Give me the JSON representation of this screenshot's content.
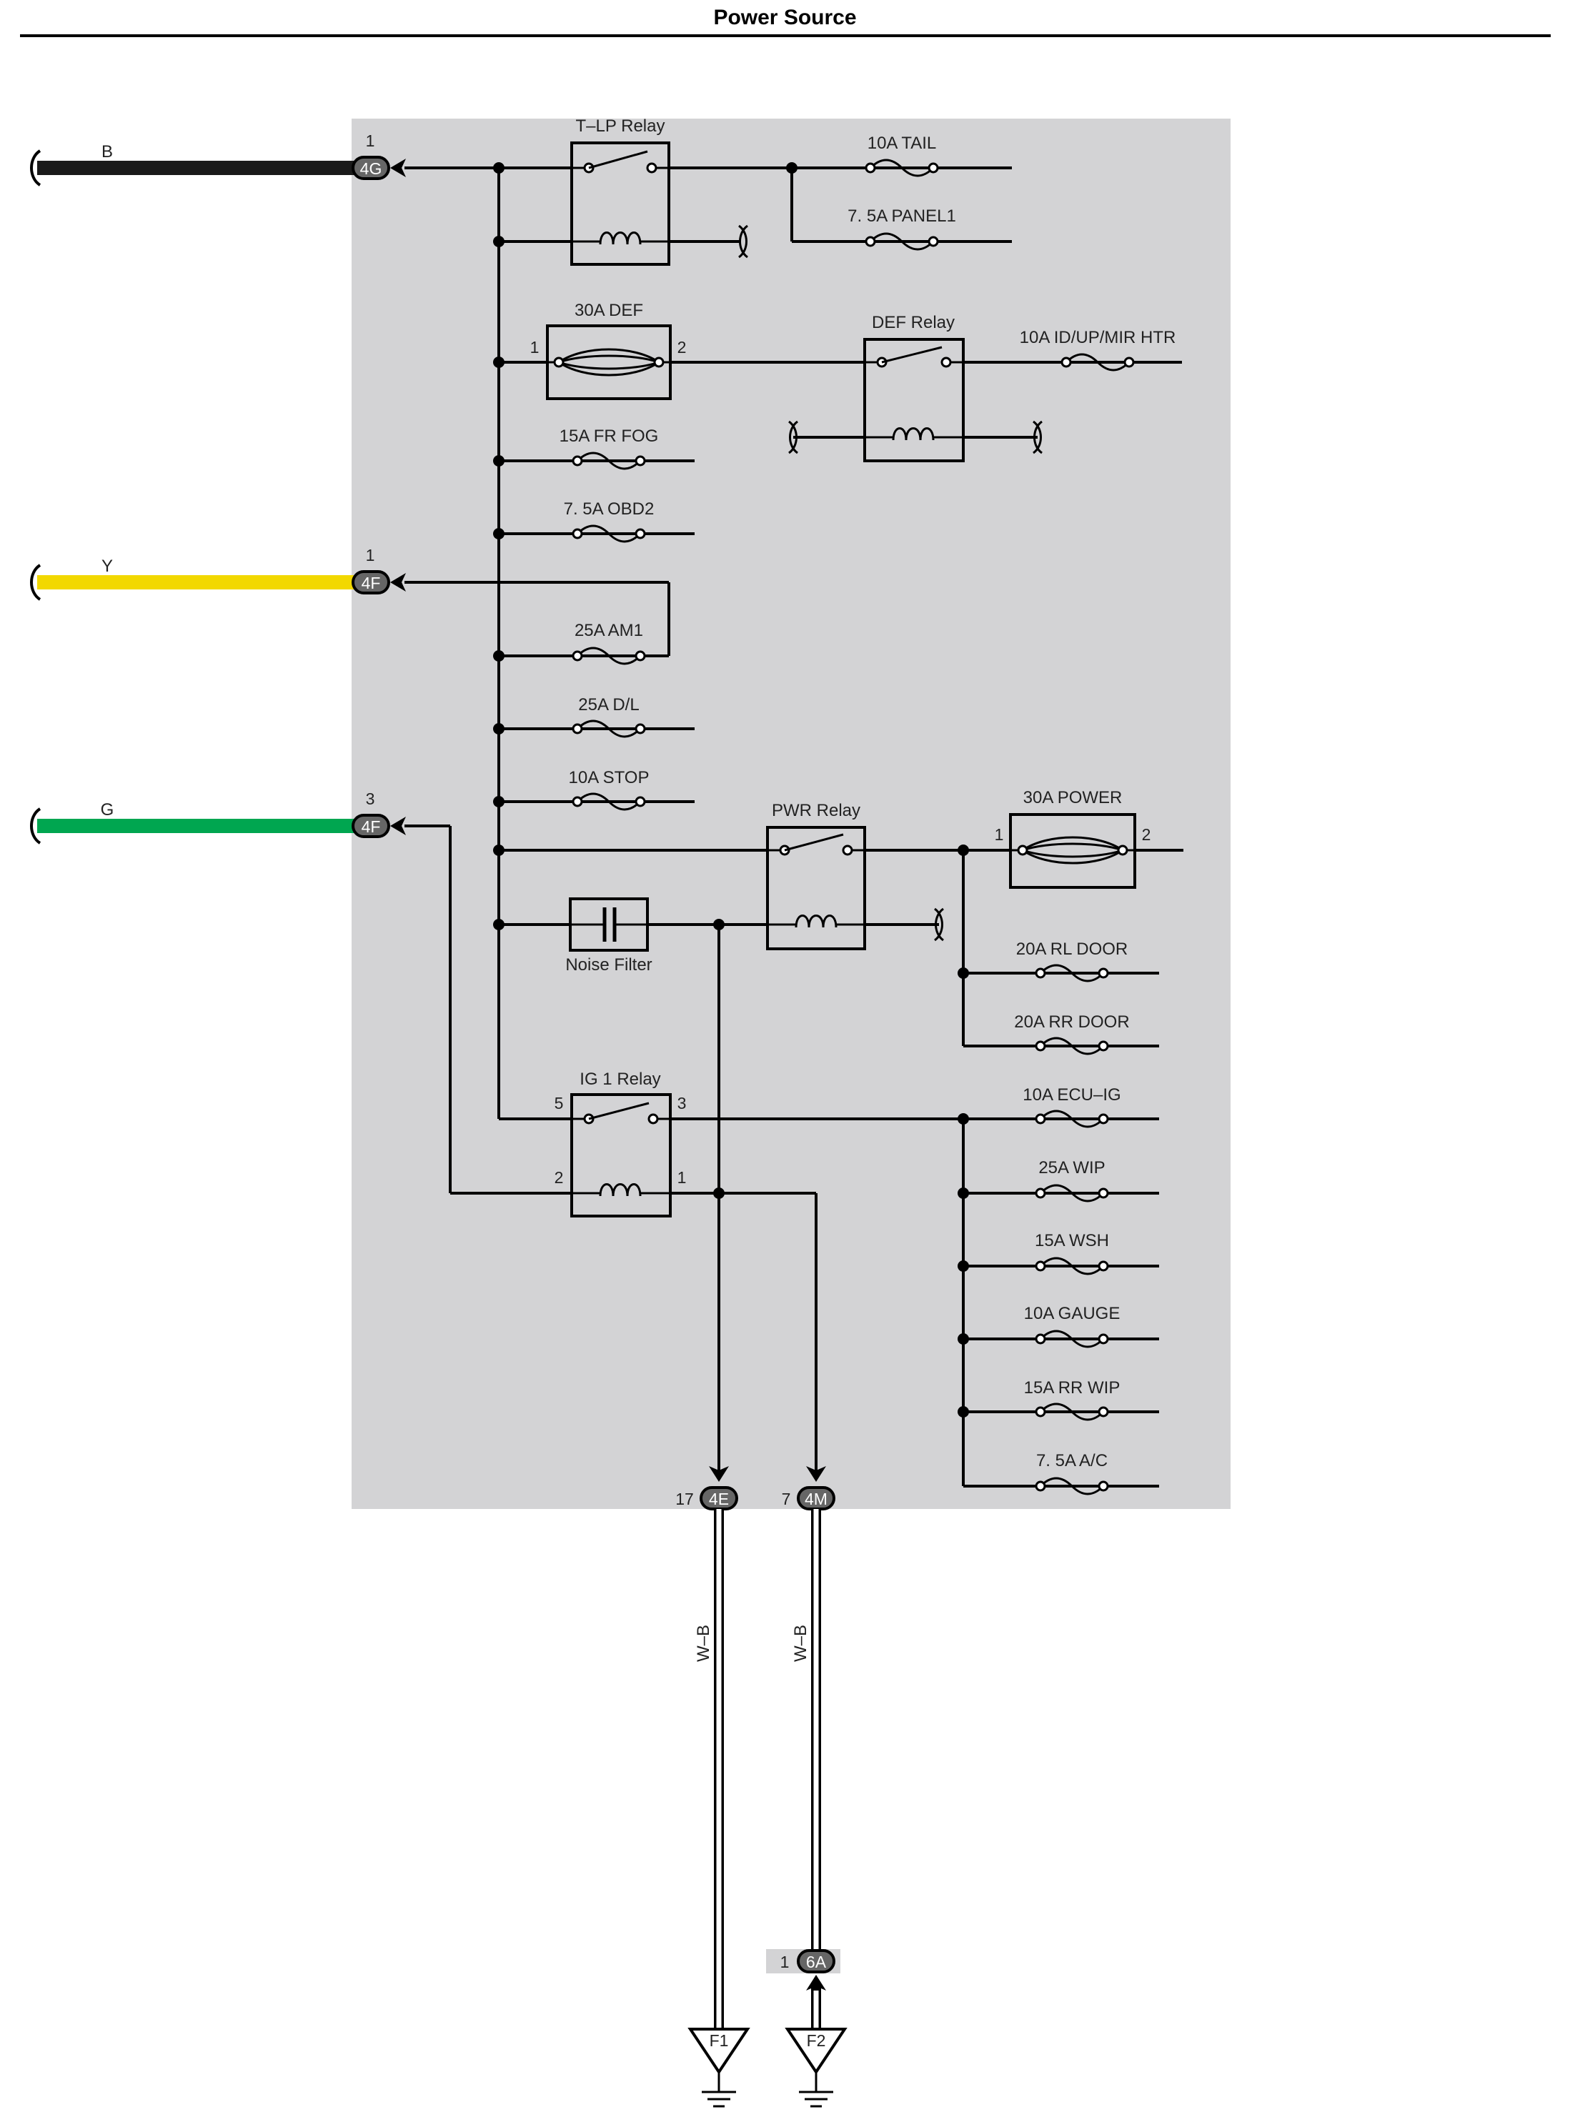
{
  "title": "Power Source",
  "colors": {
    "box": "#d3d3d5",
    "wire_b": "#1a1a1a",
    "wire_y": "#f2d800",
    "wire_g": "#00a650",
    "wire_wb": "#ffffff"
  },
  "inputs": [
    {
      "color_code": "B",
      "pin": "1",
      "connector": "4G"
    },
    {
      "color_code": "Y",
      "pin": "1",
      "connector": "4F"
    },
    {
      "color_code": "G",
      "pin": "3",
      "connector": "4F"
    }
  ],
  "relays": {
    "tlp": "T–LP Relay",
    "def": "DEF Relay",
    "pwr": "PWR Relay",
    "ig1": "IG 1 Relay",
    "ig1_pins": [
      "5",
      "3",
      "2",
      "1"
    ]
  },
  "fusible_links": [
    {
      "label": "30A DEF",
      "pin_left": "1",
      "pin_right": "2"
    },
    {
      "label": "30A POWER",
      "pin_left": "1",
      "pin_right": "2"
    }
  ],
  "fuses": [
    "10A TAIL",
    "7. 5A PANEL1",
    "10A ID/UP/MIR HTR",
    "15A FR FOG",
    "7. 5A OBD2",
    "25A AM1",
    "25A D/L",
    "10A STOP",
    "20A RL DOOR",
    "20A RR DOOR",
    "10A ECU–IG",
    "25A WIP",
    "15A WSH",
    "10A GAUGE",
    "15A RR WIP",
    "7. 5A A/C"
  ],
  "noise_filter": "Noise Filter",
  "outputs": [
    {
      "pin": "17",
      "connector": "4E",
      "wire": "W–B",
      "ground": "F1"
    },
    {
      "pin": "7",
      "connector": "4M",
      "wire": "W–B",
      "ground": "F2",
      "junction_pin": "1",
      "junction_connector": "6A"
    }
  ]
}
